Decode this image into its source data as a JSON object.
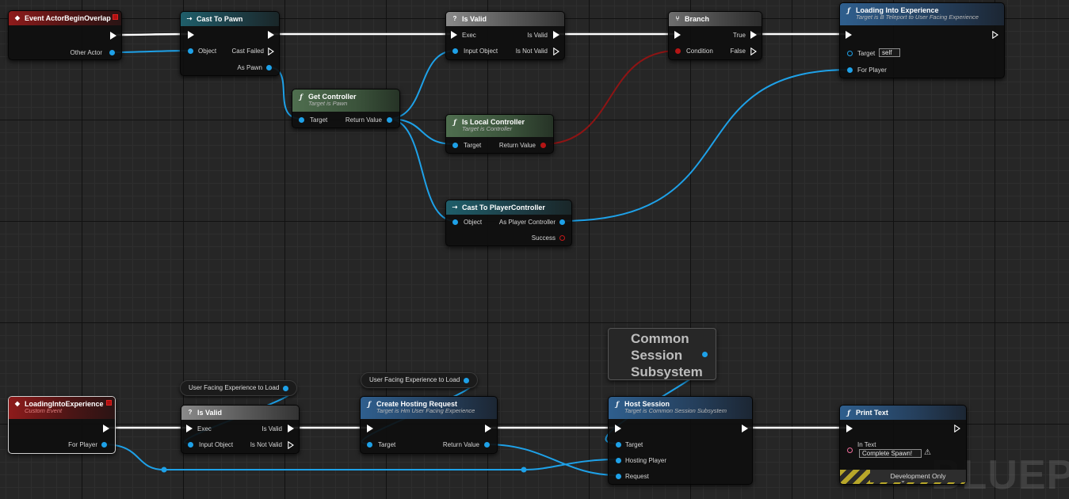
{
  "watermark": "BLUEPI",
  "nodes": {
    "event_overlap": {
      "title": "Event ActorBeginOverlap",
      "pin_other_actor": "Other Actor"
    },
    "cast_pawn": {
      "title": "Cast To Pawn",
      "pin_object": "Object",
      "pin_cast_failed": "Cast Failed",
      "pin_as_pawn": "As Pawn"
    },
    "is_valid_1": {
      "title": "Is Valid",
      "pin_exec": "Exec",
      "pin_input": "Input Object",
      "pin_is_valid": "Is Valid",
      "pin_not_valid": "Is Not Valid"
    },
    "branch": {
      "title": "Branch",
      "pin_condition": "Condition",
      "pin_true": "True",
      "pin_false": "False"
    },
    "loading_into": {
      "title": "Loading Into Experience",
      "subtitle": "Target is B Teleport to User Facing Experience",
      "pin_target": "Target",
      "target_value": "self",
      "pin_for_player": "For Player"
    },
    "get_controller": {
      "title": "Get Controller",
      "subtitle": "Target is Pawn",
      "pin_target": "Target",
      "pin_return": "Return Value"
    },
    "is_local": {
      "title": "Is Local Controller",
      "subtitle": "Target is Controller",
      "pin_target": "Target",
      "pin_return": "Return Value"
    },
    "cast_pc": {
      "title": "Cast To PlayerController",
      "pin_object": "Object",
      "pin_as_pc": "As Player Controller",
      "pin_success": "Success"
    },
    "custom_event": {
      "title": "LoadingIntoExperience",
      "subtitle": "Custom Event",
      "pin_for_player": "For Player"
    },
    "var_ufe_1": {
      "label": "User Facing Experience to Load"
    },
    "var_ufe_2": {
      "label": "User Facing Experience to Load"
    },
    "is_valid_2": {
      "title": "Is Valid",
      "pin_exec": "Exec",
      "pin_input": "Input Object",
      "pin_is_valid": "Is Valid",
      "pin_not_valid": "Is Not Valid"
    },
    "create_hosting": {
      "title": "Create Hosting Request",
      "subtitle": "Target is Hm User Facing Experience",
      "pin_target": "Target",
      "pin_return": "Return Value"
    },
    "session_subsystem": {
      "line1": "Common",
      "line2": "Session",
      "line3": "Subsystem"
    },
    "host_session": {
      "title": "Host Session",
      "subtitle": "Target is Common Session Subsystem",
      "pin_target": "Target",
      "pin_hosting_player": "Hosting Player",
      "pin_request": "Request"
    },
    "print_text": {
      "title": "Print Text",
      "pin_in_text": "In Text",
      "in_text_value": "Complete Spawn!",
      "dev_only": "Development Only"
    }
  },
  "icons": {
    "event": "event-diamond-icon",
    "cast": "cast-arrow-icon",
    "macro": "question-icon",
    "branch": "branch-icon",
    "function": "function-icon",
    "warning": "warning-icon",
    "chevron": "chevron-down-icon"
  },
  "colors": {
    "exec": "#ffffff",
    "object": "#1ea1e8",
    "bool": "#b51515",
    "event": "#8e1b1b",
    "cast": "#1f5e6a",
    "pure": "#4f6e4f",
    "function": "#2f5f8e"
  }
}
